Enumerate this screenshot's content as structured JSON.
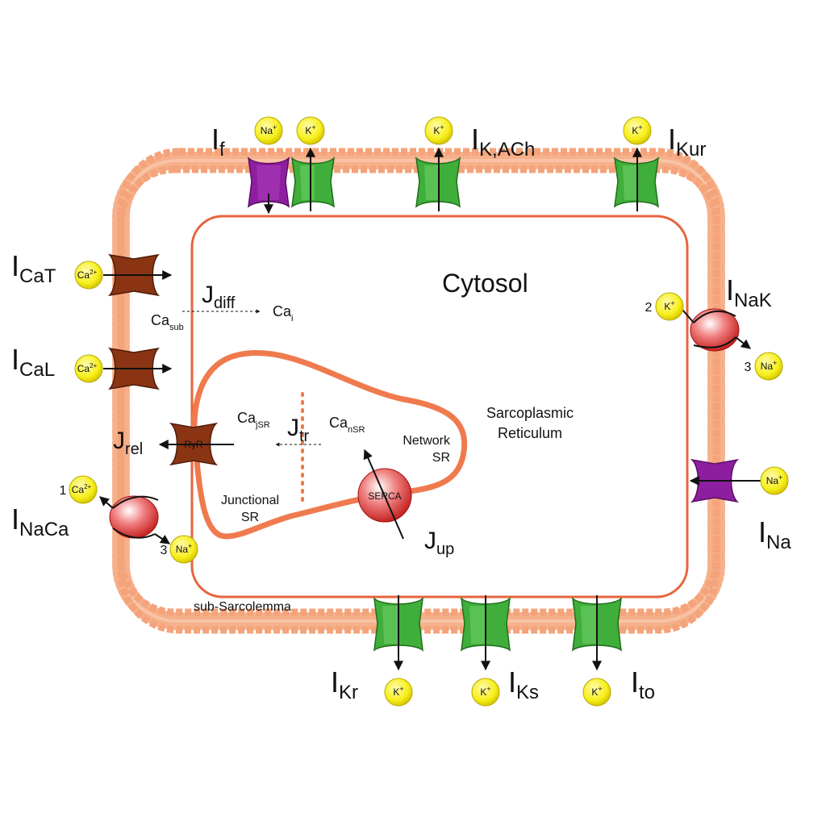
{
  "compartments": {
    "cytosol": "Cytosol",
    "sr_line1": "Sarcoplasmic",
    "sr_line2": "Reticulum",
    "network_sr_line1": "Network",
    "network_sr_line2": "SR",
    "junctional_sr_line1": "Junctional",
    "junctional_sr_line2": "SR",
    "sub_sarcolemma": "sub-Sarcolemma"
  },
  "species": {
    "ca_sub_base": "Ca",
    "ca_sub_sub": "sub",
    "ca_i_base": "Ca",
    "ca_i_sub": "i",
    "ca_jsr_base": "Ca",
    "ca_jsr_sub": "jSR",
    "ca_nsr_base": "Ca",
    "ca_nsr_sub": "nSR"
  },
  "fluxes": {
    "j_diff": {
      "base": "J",
      "sub": "diff"
    },
    "j_tr": {
      "base": "J",
      "sub": "tr"
    },
    "j_rel": {
      "base": "J",
      "sub": "rel"
    },
    "j_up": {
      "base": "J",
      "sub": "up"
    }
  },
  "transporters": {
    "serca": "SERCA",
    "ryr": "RyR"
  },
  "currents": {
    "i_f": {
      "base": "I",
      "sub": "f"
    },
    "i_kach": {
      "base": "I",
      "sub": "K,ACh"
    },
    "i_kur": {
      "base": "I",
      "sub": "Kur"
    },
    "i_cat": {
      "base": "I",
      "sub": "CaT"
    },
    "i_cal": {
      "base": "I",
      "sub": "CaL"
    },
    "i_nak": {
      "base": "I",
      "sub": "NaK"
    },
    "i_na": {
      "base": "I",
      "sub": "Na"
    },
    "i_naca": {
      "base": "I",
      "sub": "NaCa"
    },
    "i_kr": {
      "base": "I",
      "sub": "Kr"
    },
    "i_ks": {
      "base": "I",
      "sub": "Ks"
    },
    "i_to": {
      "base": "I",
      "sub": "to"
    }
  },
  "ions": {
    "na": {
      "base": "Na",
      "sup": "+"
    },
    "k": {
      "base": "K",
      "sup": "+"
    },
    "ca": {
      "base": "Ca",
      "sup": "2+"
    }
  },
  "stoichiometry": {
    "nak_k": "2",
    "nak_na": "3",
    "naca_ca": "1",
    "naca_na": "3"
  },
  "colors": {
    "membrane_head": "#f6b08a",
    "membrane_edge": "#e8895a",
    "inner_outline": "#e8643c",
    "channel_green": "#3fae3a",
    "channel_purple": "#8e1ea0",
    "channel_brown": "#8a3414",
    "pump_red": "#e02a2a",
    "ion_yellow": "#f7ef1a"
  }
}
